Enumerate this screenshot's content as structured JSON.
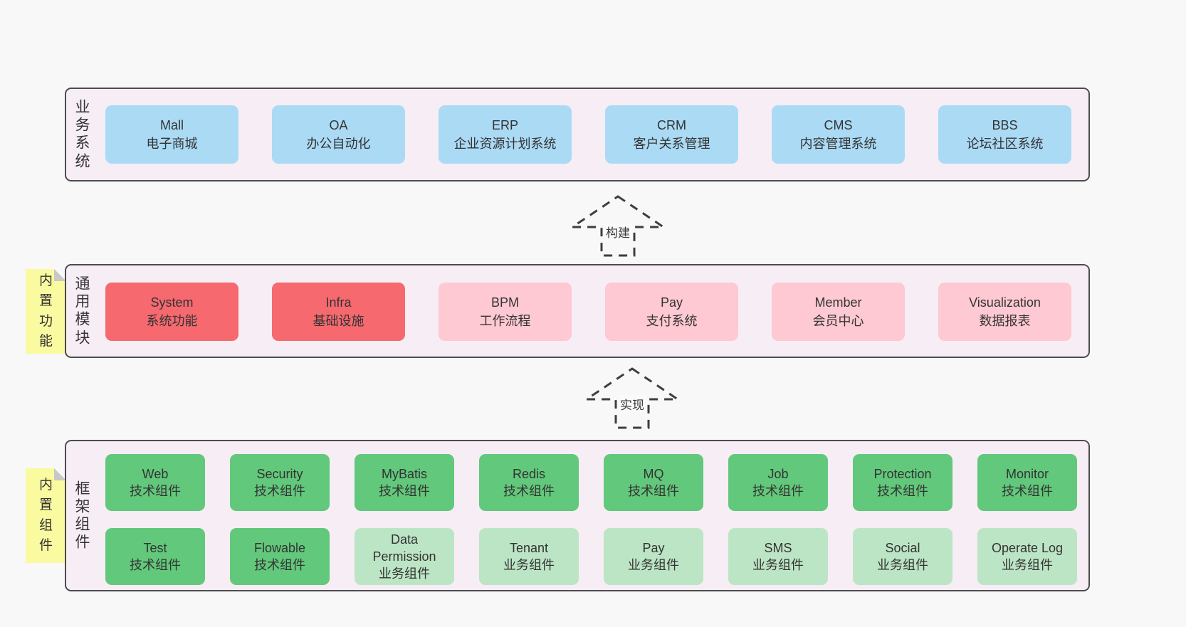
{
  "colors": {
    "page_bg": "#f8f8f8",
    "panel_bg": "#f7edf5",
    "panel_border": "#4c4c4c",
    "blue_box": "#abdaf5",
    "red_box": "#f5696f",
    "pink_box": "#fec9d2",
    "green_box": "#62c87b",
    "light_green_box": "#bce5c5",
    "sticky_note": "#fafaa0",
    "arrow_dash": "#3e3e3e"
  },
  "layers": [
    {
      "label": "业务系统",
      "boxes": [
        {
          "name": "Mall",
          "desc": "电子商城"
        },
        {
          "name": "OA",
          "desc": "办公自动化"
        },
        {
          "name": "ERP",
          "desc": "企业资源计划系统"
        },
        {
          "name": "CRM",
          "desc": "客户关系管理"
        },
        {
          "name": "CMS",
          "desc": "内容管理系统"
        },
        {
          "name": "BBS",
          "desc": "论坛社区系统"
        }
      ]
    },
    {
      "label": "通用模块",
      "sticky": "内置功能",
      "boxes": [
        {
          "name": "System",
          "desc": "系统功能"
        },
        {
          "name": "Infra",
          "desc": "基础设施"
        },
        {
          "name": "BPM",
          "desc": "工作流程"
        },
        {
          "name": "Pay",
          "desc": "支付系统"
        },
        {
          "name": "Member",
          "desc": "会员中心"
        },
        {
          "name": "Visualization",
          "desc": "数据报表"
        }
      ]
    },
    {
      "label": "框架组件",
      "sticky": "内置组件",
      "rows": [
        [
          {
            "name": "Web",
            "desc": "技术组件"
          },
          {
            "name": "Security",
            "desc": "技术组件"
          },
          {
            "name": "MyBatis",
            "desc": "技术组件"
          },
          {
            "name": "Redis",
            "desc": "技术组件"
          },
          {
            "name": "MQ",
            "desc": "技术组件"
          },
          {
            "name": "Job",
            "desc": "技术组件"
          },
          {
            "name": "Protection",
            "desc": "技术组件"
          },
          {
            "name": "Monitor",
            "desc": "技术组件"
          }
        ],
        [
          {
            "name": "Test",
            "desc": "技术组件"
          },
          {
            "name": "Flowable",
            "desc": "技术组件"
          },
          {
            "name": "Data Permission",
            "desc": "业务组件"
          },
          {
            "name": "Tenant",
            "desc": "业务组件"
          },
          {
            "name": "Pay",
            "desc": "业务组件"
          },
          {
            "name": "SMS",
            "desc": "业务组件"
          },
          {
            "name": "Social",
            "desc": "业务组件"
          },
          {
            "name": "Operate Log",
            "desc": "业务组件"
          }
        ]
      ]
    }
  ],
  "arrows": [
    {
      "label": "构建"
    },
    {
      "label": "实现"
    }
  ]
}
